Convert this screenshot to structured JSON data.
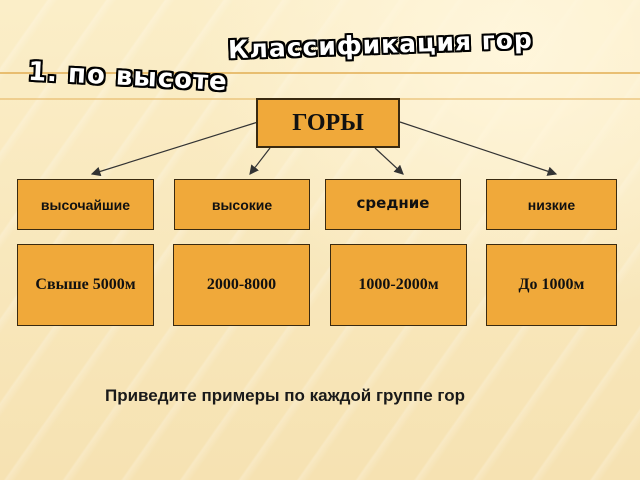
{
  "title": "Классификация гор",
  "subtitle": "1. по высоте",
  "root": "ГОРЫ",
  "categories": [
    "высочайшие",
    "высокие",
    "средние",
    "низкие"
  ],
  "heights": [
    "Свыше 5000м",
    "2000-8000",
    "1000-2000м",
    "До 1000м"
  ],
  "footer": "Приведите примеры по каждой группе гор",
  "colors": {
    "box": "#f0a93a",
    "background": "#f8e7bb",
    "arrow": "#333333"
  }
}
